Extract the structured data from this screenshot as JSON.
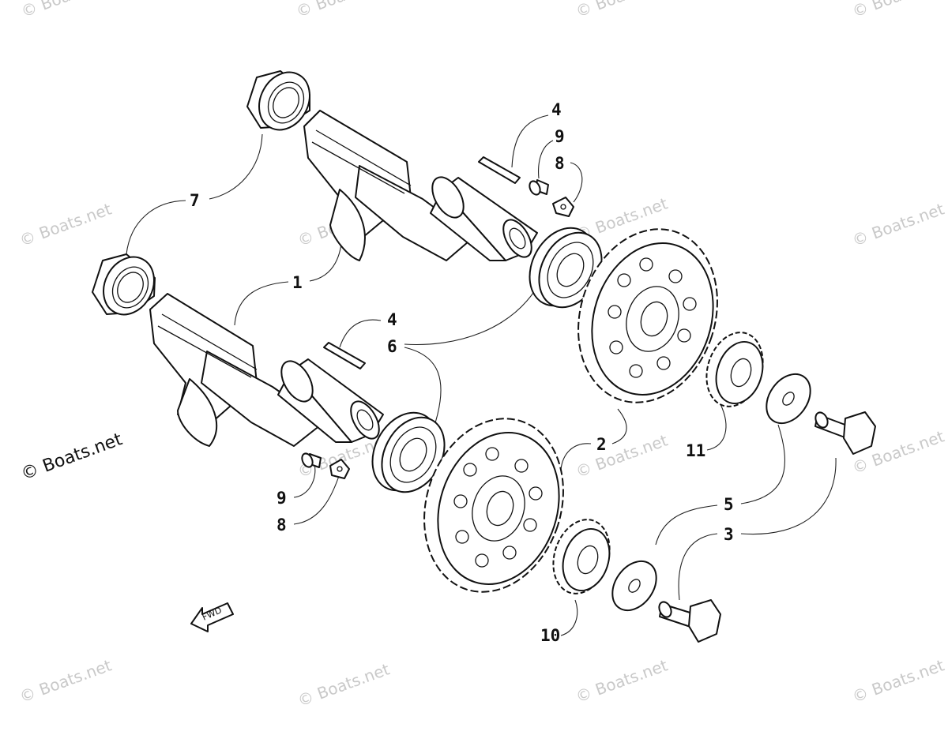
{
  "watermark": {
    "text": "© Boats.net",
    "prominent_text": "© Boats.net"
  },
  "direction_marker": {
    "label": "FWD",
    "icon": "arrow-left-icon"
  },
  "callouts": {
    "c1": "1",
    "c2": "2",
    "c3": "3",
    "c4a": "4",
    "c4b": "4",
    "c5": "5",
    "c6": "6",
    "c7": "7",
    "c8a": "8",
    "c8b": "8",
    "c9a": "9",
    "c9b": "9",
    "c10": "10",
    "c11": "11"
  },
  "colors": {
    "line": "#111111",
    "watermark": "#c9c9c9",
    "background": "#ffffff"
  }
}
